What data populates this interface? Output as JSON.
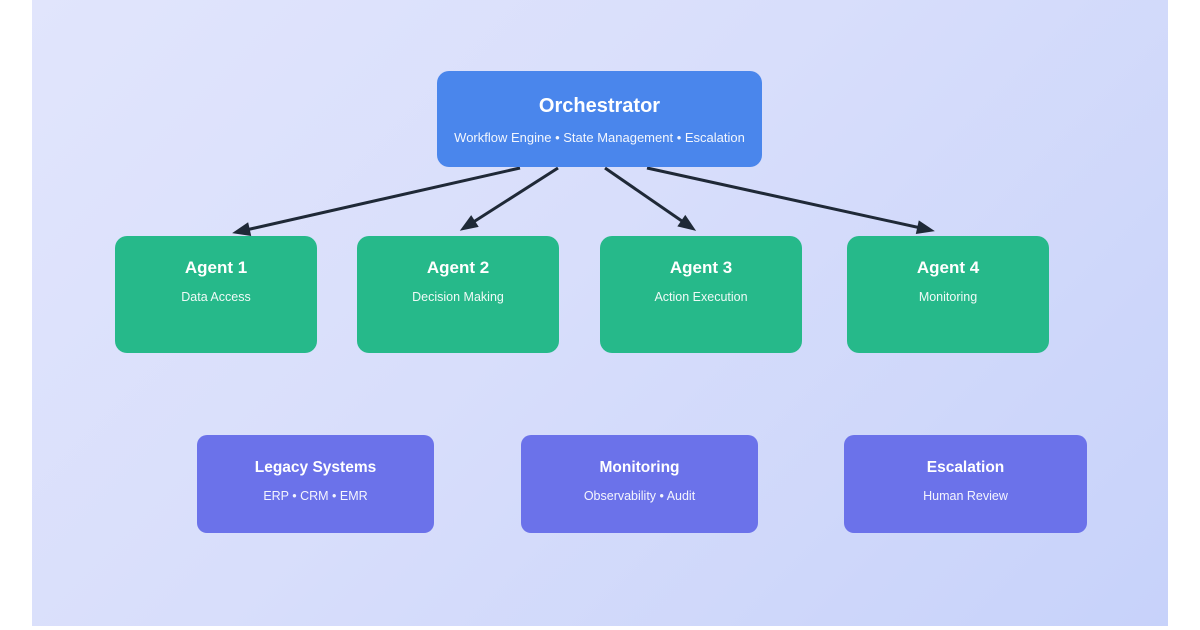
{
  "canvas": {
    "background_start": "#e1e5fc",
    "background_end": "#c7d2fa",
    "page_background": "#ffffff"
  },
  "diagram": {
    "orchestrator": {
      "title": "Orchestrator",
      "subtitle": "Workflow Engine • State Management • Escalation",
      "color": "#4a86ec"
    },
    "agents": [
      {
        "title": "Agent 1",
        "subtitle": "Data Access"
      },
      {
        "title": "Agent 2",
        "subtitle": "Decision Making"
      },
      {
        "title": "Agent 3",
        "subtitle": "Action Execution"
      },
      {
        "title": "Agent 4",
        "subtitle": "Monitoring"
      }
    ],
    "agent_color": "#26b98a",
    "support_nodes": [
      {
        "title": "Legacy Systems",
        "subtitle": "ERP • CRM • EMR"
      },
      {
        "title": "Monitoring",
        "subtitle": "Observability • Audit"
      },
      {
        "title": "Escalation",
        "subtitle": "Human Review"
      }
    ],
    "support_color": "#6b72ea",
    "arrow_color": "#1f2937",
    "text_color": "#ffffff"
  }
}
